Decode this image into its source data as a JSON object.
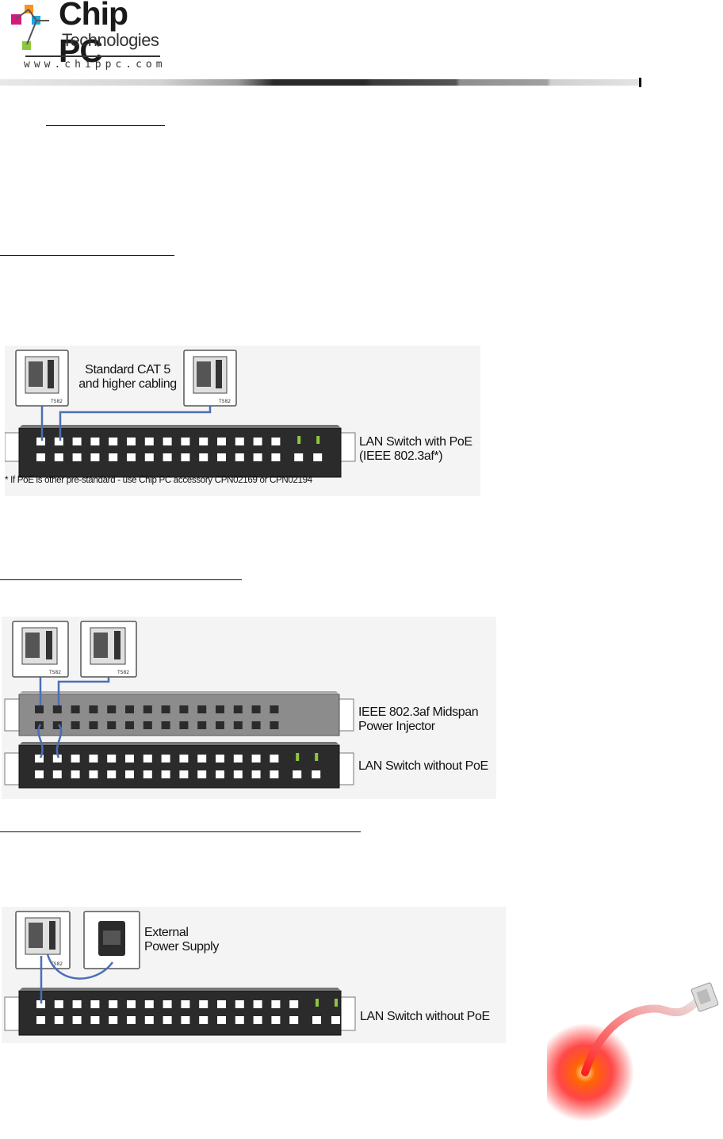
{
  "header": {
    "logo_name": "Chip PC",
    "logo_sub": "Technologies",
    "logo_url": "www.chippc.com"
  },
  "diagram1": {
    "cabling_label_line1": "Standard CAT 5",
    "cabling_label_line2": "and higher cabling",
    "switch_label_line1": "LAN Switch with PoE",
    "switch_label_line2": "(IEEE 802.3af*)",
    "footnote": "* If PoE is other pre-standard - use Chip PC accessory CPN02169 or CPN02194"
  },
  "diagram2": {
    "injector_label_line1": "IEEE 802.3af Midspan",
    "injector_label_line2": "Power Injector",
    "switch_label": "LAN Switch without PoE"
  },
  "diagram3": {
    "psu_label_line1": "External",
    "psu_label_line2": "Power Supply",
    "switch_label": "LAN Switch without PoE"
  },
  "colors": {
    "cable_blue": "#4a6fb5",
    "switch_dark": "#2b2b2b",
    "injector_grey": "#8c8c8c",
    "logo_magenta": "#d6197e",
    "logo_cyan": "#1ea7e0",
    "logo_green": "#8dc63f",
    "logo_orange": "#f7941d"
  },
  "icons": [
    "chip-pc-logo-mark",
    "thin-client-device",
    "network-switch",
    "power-injector",
    "power-adapter",
    "glowing-cable"
  ]
}
